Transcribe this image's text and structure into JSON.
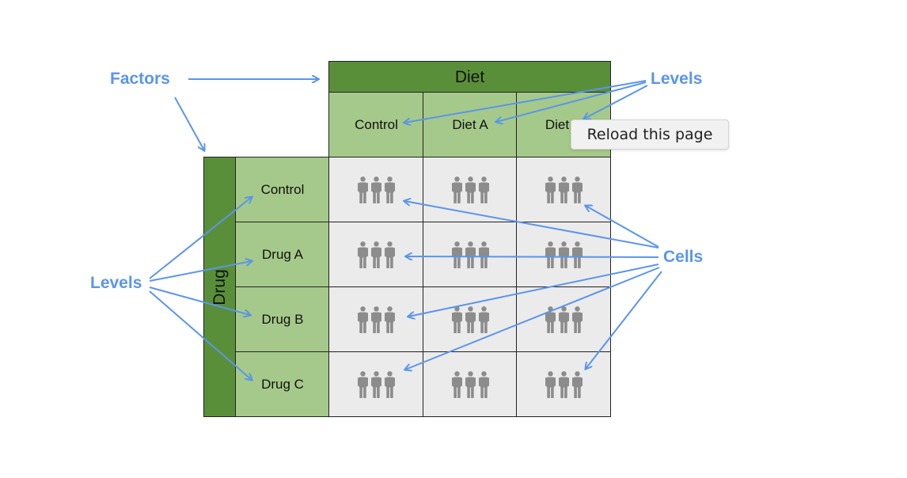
{
  "diagram": {
    "column_factor": "Diet",
    "row_factor": "Drug",
    "column_levels": [
      "Control",
      "Diet A",
      "Diet B"
    ],
    "row_levels": [
      "Control",
      "Drug A",
      "Drug B",
      "Drug C"
    ],
    "people_per_cell": 3
  },
  "callouts": {
    "factors": "Factors",
    "levels_top": "Levels",
    "levels_left": "Levels",
    "cells": "Cells"
  },
  "tooltip": {
    "text": "Reload this page"
  },
  "colors": {
    "factor_header": "#5a8f3a",
    "level_header": "#a5c98a",
    "cell_background": "#ebebeb",
    "person": "#8c8c8c",
    "callout": "#5b95ea"
  },
  "icons": {
    "person": "person-icon"
  }
}
